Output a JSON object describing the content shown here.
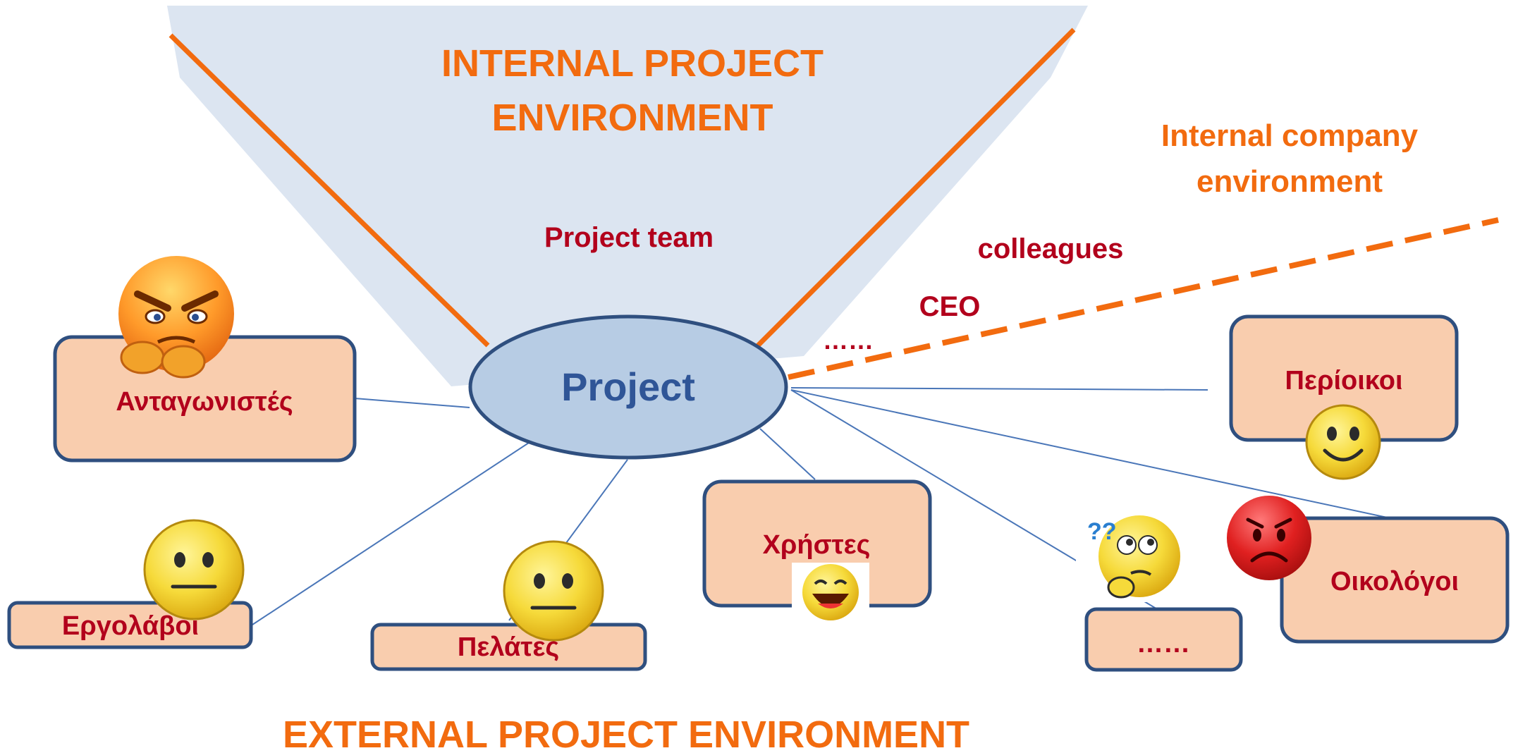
{
  "titles": {
    "internal_project_line1": "INTERNAL PROJECT",
    "internal_project_line2": "ENVIRONMENT",
    "internal_company_line1": "Internal company",
    "internal_company_line2": "environment",
    "external_project": "EXTERNAL PROJECT ENVIRONMENT"
  },
  "internal_labels": {
    "project_team": "Project team",
    "colleagues": "colleagues",
    "ceo": "CEO",
    "more": "……"
  },
  "center": {
    "label": "Project"
  },
  "stakeholders": {
    "competitors": "Ανταγωνιστές",
    "contractors": "Εργολάβοι",
    "customers": "Πελάτες",
    "users": "Χρήστες",
    "others": "……",
    "ecologists": "Οικολόγοι",
    "neighbors": "Περίοικοι"
  },
  "colors": {
    "orange": "#F26B0F",
    "dark_red": "#B2001C",
    "navy": "#1F3864",
    "box_fill": "#F9CDAE",
    "box_border": "#2F4F7F",
    "ellipse_fill": "#B7CCE4",
    "funnel_fill": "#DCE5F1",
    "connector": "#4A76B8"
  },
  "emoticons": {
    "competitors": "angry-face-icon",
    "contractors": "neutral-face-icon",
    "customers": "neutral-face-icon",
    "users": "laughing-face-icon",
    "others": "thinking-face-icon",
    "ecologists": "sad-face-icon",
    "neighbors": "smiling-face-icon"
  }
}
